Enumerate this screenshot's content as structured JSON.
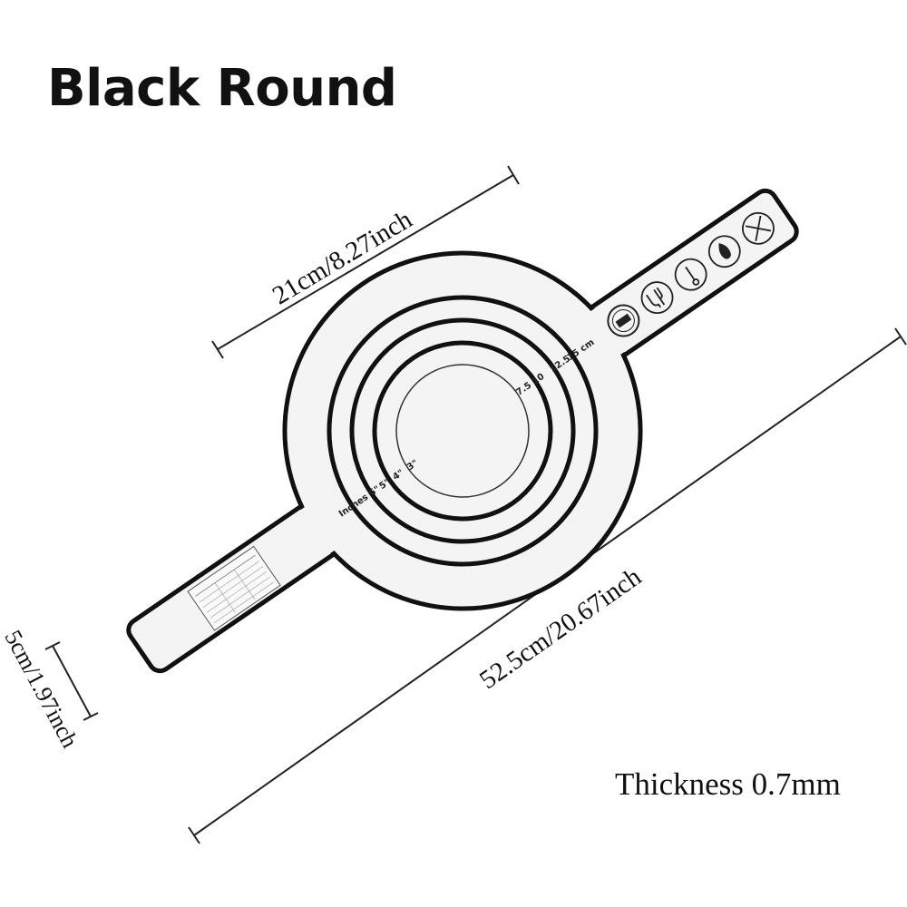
{
  "title": "Black Round",
  "dimensions": {
    "diameter": "21cm/8.27inch",
    "length": "52.5cm/20.67inch",
    "width": "5cm/1.97inch",
    "thickness": "Thickness 0.7mm"
  },
  "ruler": {
    "cm_labels": [
      "7.5",
      "10",
      "12.5",
      "15 cm"
    ],
    "inch_labels": [
      "Inches 6\"",
      "5\"",
      "4\"",
      "3\""
    ]
  },
  "icons": [
    "silicone-badge-icon",
    "food-safe-icon",
    "temperature-icon",
    "no-fire-icon",
    "no-knife-icon"
  ],
  "colors": {
    "outline": "#111111",
    "mat": "#f4f4f4"
  }
}
